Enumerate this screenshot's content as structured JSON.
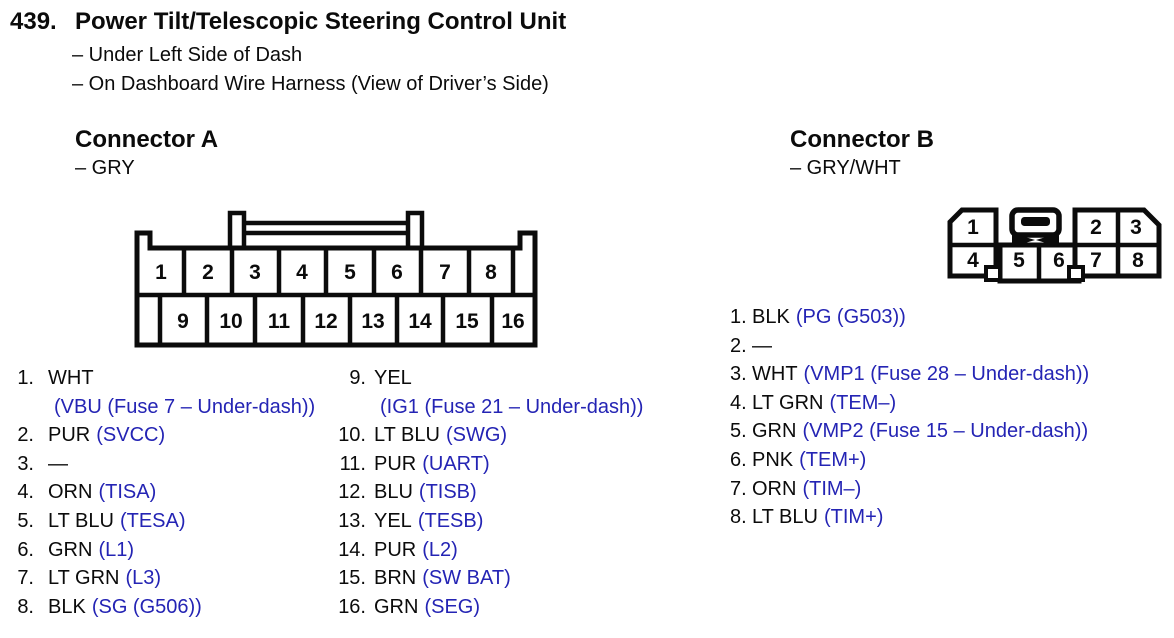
{
  "header": {
    "number": "439.",
    "title": "Power Tilt/Telescopic Steering Control Unit",
    "location_lines": [
      "– Under Left Side of Dash",
      "– On Dashboard Wire Harness (View of Driver’s Side)"
    ]
  },
  "connector_a": {
    "title": "Connector A",
    "wire_color": "– GRY",
    "diagram_pins_top": [
      "1",
      "2",
      "3",
      "4",
      "5",
      "6",
      "7",
      "8"
    ],
    "diagram_pins_bottom": [
      "9",
      "10",
      "11",
      "12",
      "13",
      "14",
      "15",
      "16"
    ],
    "pins": [
      {
        "num": "1.",
        "wire": "WHT",
        "signal": "(VBU (Fuse 7 – Under-dash))"
      },
      {
        "num": "2.",
        "wire": "PUR",
        "signal": "(SVCC)"
      },
      {
        "num": "3.",
        "wire": "—",
        "signal": ""
      },
      {
        "num": "4.",
        "wire": "ORN",
        "signal": "(TISA)"
      },
      {
        "num": "5.",
        "wire": "LT BLU",
        "signal": "(TESA)"
      },
      {
        "num": "6.",
        "wire": "GRN",
        "signal": "(L1)"
      },
      {
        "num": "7.",
        "wire": "LT GRN",
        "signal": "(L3)"
      },
      {
        "num": "8.",
        "wire": "BLK",
        "signal": "(SG (G506))"
      },
      {
        "num": "9.",
        "wire": "YEL",
        "signal": "(IG1 (Fuse 21 – Under-dash))"
      },
      {
        "num": "10.",
        "wire": "LT BLU",
        "signal": "(SWG)"
      },
      {
        "num": "11.",
        "wire": "PUR",
        "signal": "(UART)"
      },
      {
        "num": "12.",
        "wire": "BLU",
        "signal": "(TISB)"
      },
      {
        "num": "13.",
        "wire": "YEL",
        "signal": "(TESB)"
      },
      {
        "num": "14.",
        "wire": "PUR",
        "signal": "(L2)"
      },
      {
        "num": "15.",
        "wire": "BRN",
        "signal": "(SW BAT)"
      },
      {
        "num": "16.",
        "wire": "GRN",
        "signal": "(SEG)"
      }
    ]
  },
  "connector_b": {
    "title": "Connector B",
    "wire_color": "– GRY/WHT",
    "diagram_pins_top": [
      "1",
      "2",
      "3"
    ],
    "diagram_pins_bottom": [
      "4",
      "5",
      "6",
      "7",
      "8"
    ],
    "pins": [
      {
        "num": "1.",
        "wire": "BLK",
        "signal": "(PG (G503))"
      },
      {
        "num": "2.",
        "wire": "—",
        "signal": ""
      },
      {
        "num": "3.",
        "wire": "WHT",
        "signal": "(VMP1 (Fuse 28 – Under-dash))"
      },
      {
        "num": "4.",
        "wire": "LT GRN",
        "signal": "(TEM–)"
      },
      {
        "num": "5.",
        "wire": "GRN",
        "signal": "(VMP2 (Fuse 15 – Under-dash))"
      },
      {
        "num": "6.",
        "wire": "PNK",
        "signal": "(TEM+)"
      },
      {
        "num": "7.",
        "wire": "ORN",
        "signal": "(TIM–)"
      },
      {
        "num": "8.",
        "wire": "LT BLU",
        "signal": "(TIM+)"
      }
    ]
  },
  "colors": {
    "signal_blue": "#2424b4",
    "ink": "#0b0b0b"
  }
}
